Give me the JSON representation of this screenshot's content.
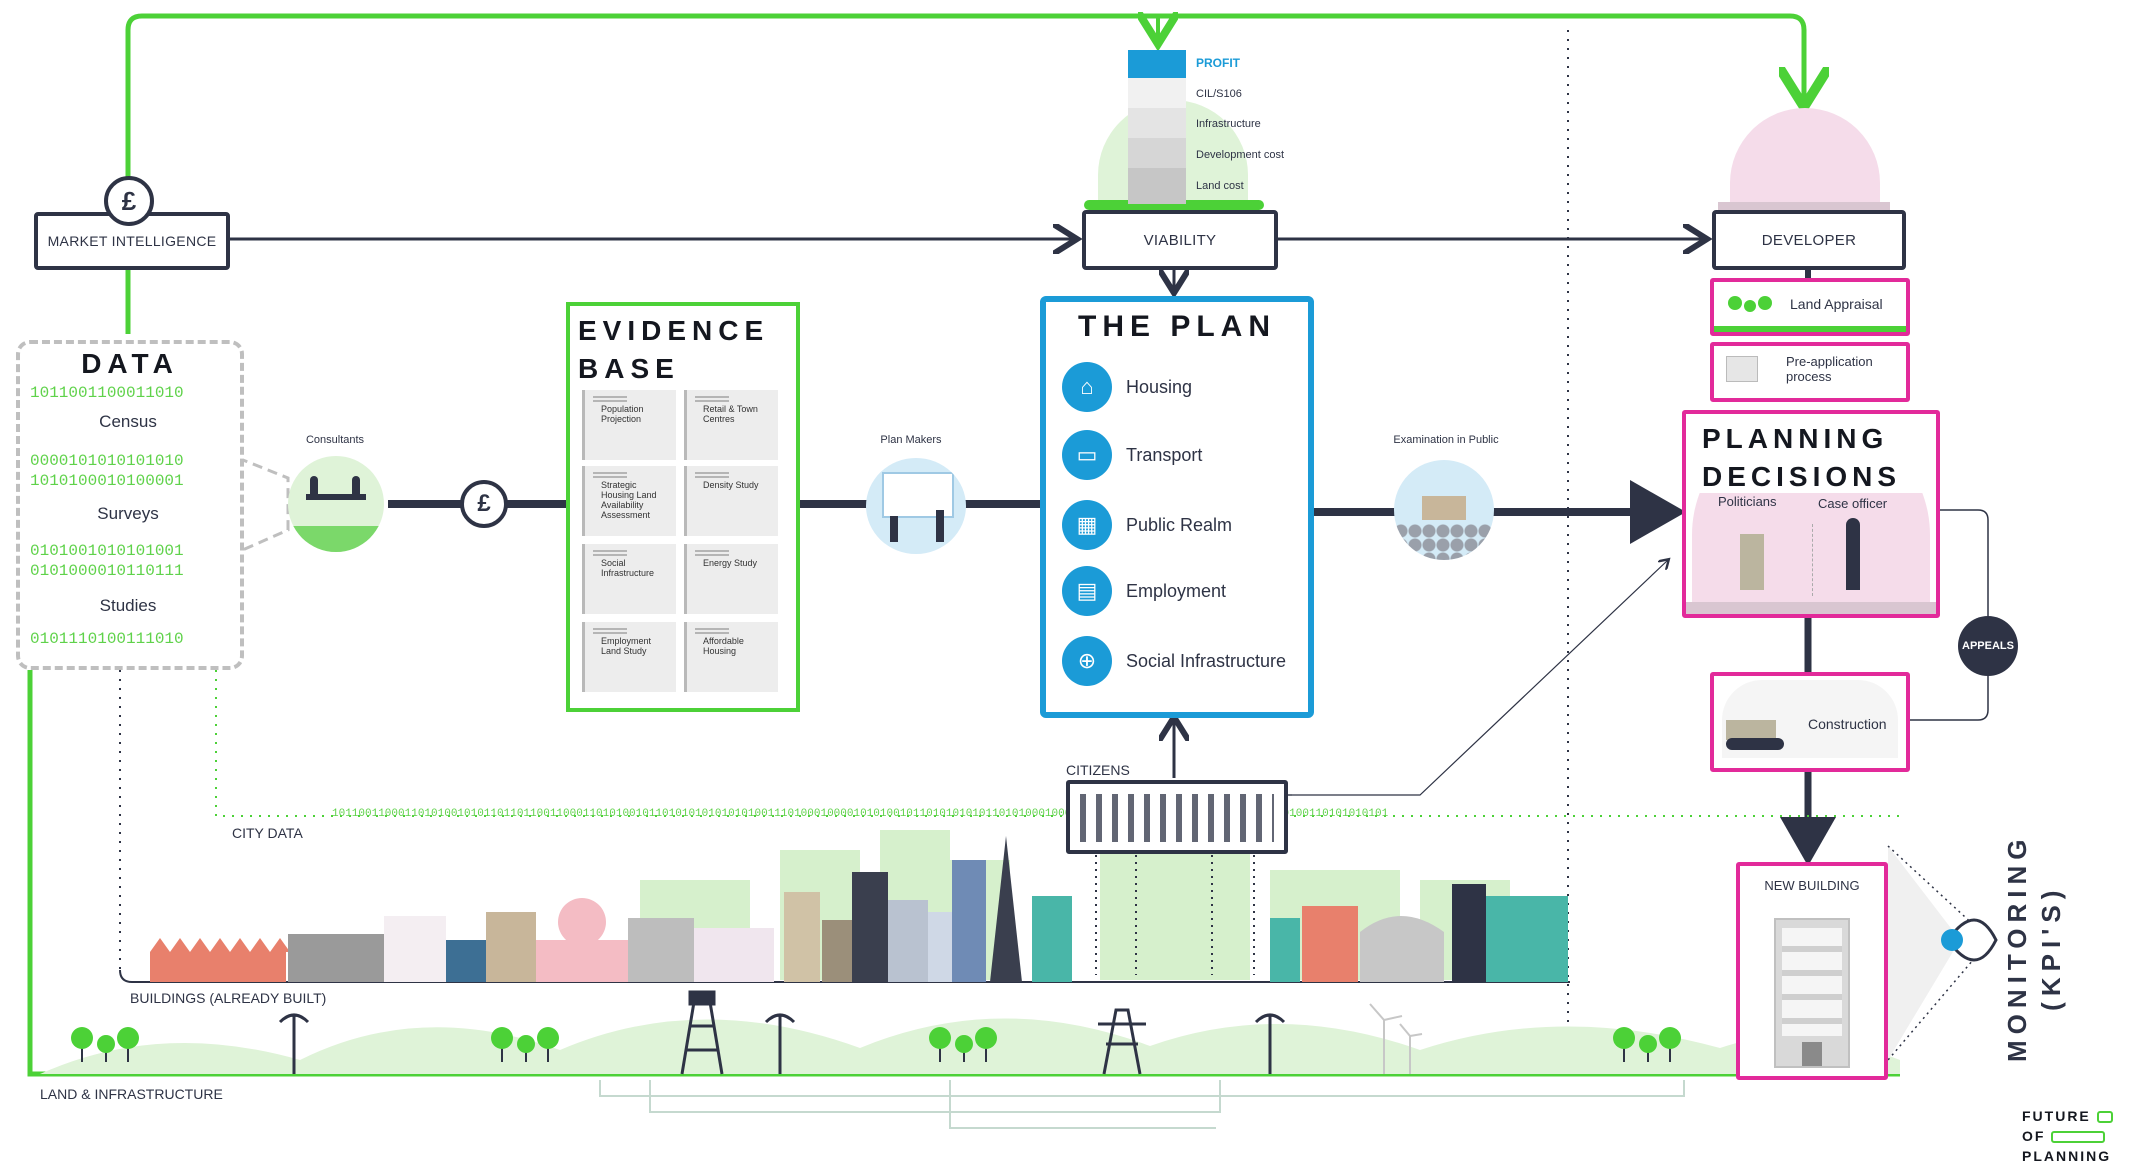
{
  "market_intelligence": {
    "label": "MARKET INTELLIGENCE",
    "currency_symbol": "£"
  },
  "viability": {
    "label": "VIABILITY",
    "stack": [
      "PROFIT",
      "CIL/S106",
      "Infrastructure",
      "Development cost",
      "Land cost"
    ]
  },
  "developer": {
    "label": "DEVELOPER",
    "steps": [
      "Land Appraisal",
      "Pre-application process"
    ]
  },
  "data": {
    "title": "DATA",
    "items": [
      "Census",
      "Surveys",
      "Studies"
    ],
    "binary_rows": [
      "1011001100011010",
      "0000101010101010",
      "1010100010100001",
      "0101001010101001",
      "0101000010110111",
      "0101110100111010"
    ]
  },
  "consultants": {
    "label": "Consultants",
    "currency_symbol": "£"
  },
  "evidence_base": {
    "title_line1": "EVIDENCE",
    "title_line2": "BASE",
    "documents": [
      "Population Projection",
      "Retail & Town Centres",
      "Strategic Housing Land Availability Assessment",
      "Density Study",
      "Social Infrastructure",
      "Energy Study",
      "Employment Land Study",
      "Affordable Housing"
    ]
  },
  "plan_makers": {
    "label": "Plan Makers"
  },
  "the_plan": {
    "title": "THE PLAN",
    "items": [
      "Housing",
      "Transport",
      "Public Realm",
      "Employment",
      "Social Infrastructure"
    ]
  },
  "examination": {
    "label": "Examination in Public"
  },
  "planning_decisions": {
    "title_line1": "PLANNING",
    "title_line2": "DECISIONS",
    "politicians": "Politicians",
    "case_officer": "Case officer"
  },
  "appeals": {
    "label": "APPEALS"
  },
  "construction": {
    "label": "Construction"
  },
  "new_building": {
    "label": "NEW BUILDING"
  },
  "citizens": {
    "label": "CITIZENS"
  },
  "city_data": {
    "label": "CITY DATA"
  },
  "buildings_built": {
    "label": "BUILDINGS (ALREADY BUILT)"
  },
  "land_infrastructure": {
    "label": "LAND & INFRASTRUCTURE"
  },
  "monitoring": {
    "line1": "MONITORING",
    "line2": "(KPI'S)"
  },
  "logo": {
    "line1": "FUTURE",
    "line2": "OF",
    "line3": "PLANNING"
  },
  "colors": {
    "green": "#4cd137",
    "navy": "#2e3345",
    "blue": "#1b9bd7",
    "pink": "#e22a9a"
  },
  "icons": [
    "pound-icon",
    "house-icon",
    "bus-icon",
    "map-icon",
    "id-badge-icon",
    "network-people-icon",
    "eye-icon",
    "tree-icon",
    "pylon-icon",
    "wind-turbine-icon",
    "excavator-icon"
  ]
}
